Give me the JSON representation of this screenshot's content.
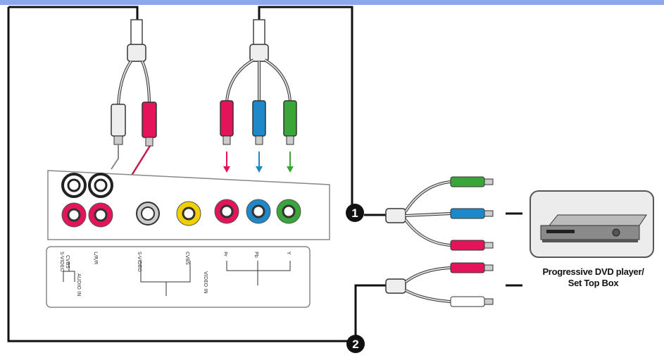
{
  "colors": {
    "top_bar": "#8aa8ea",
    "panel_stroke": "#888888",
    "red": "#e4145a",
    "blue": "#1e88c8",
    "green": "#3aa63a",
    "yellow": "#f0d000",
    "white": "#ffffff",
    "cable": "#222222"
  },
  "device": {
    "label_line1": "Progressive DVD player/",
    "label_line2": "Set Top Box"
  },
  "markers": {
    "one": "1",
    "two": "2"
  },
  "panel_labels": {
    "svideo": "S-VIDEO",
    "cvbs": "CVBS",
    "audio_in": "AUDIO IN",
    "pr": "Pr",
    "pb": "Pb",
    "y": "Y",
    "video_in": "VIDEO IN",
    "lr": "L/R/R"
  }
}
